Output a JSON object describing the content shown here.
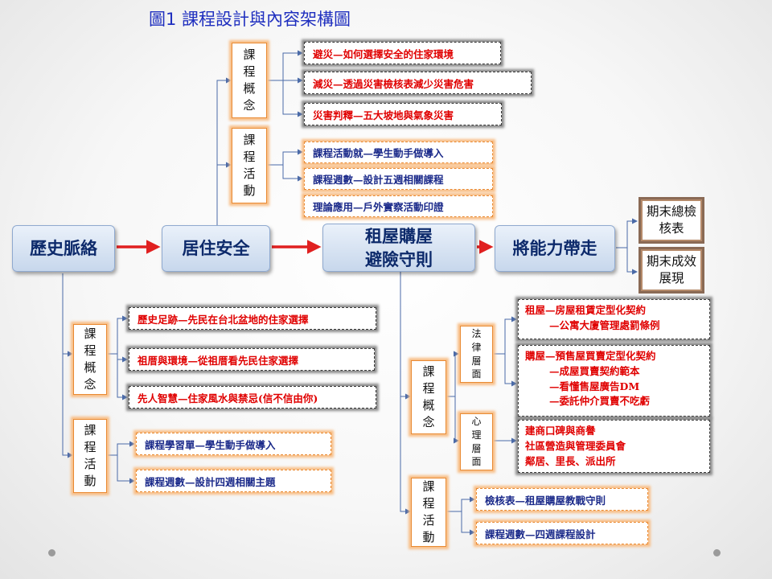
{
  "title": "圖1 課程設計與內容架構圖",
  "main_flow": {
    "history": "歷史脈絡",
    "residential_safety": "居住安全",
    "rent_buy_line1": "租屋購屋",
    "rent_buy_line2": "避險守則",
    "take_away": "將能力帶走"
  },
  "final_outcomes": {
    "final_checklist": "期末總檢核表",
    "final_showcase": "期末成效展現"
  },
  "residential_safety": {
    "concept_label": "課程概念",
    "concept_items": [
      "避災—如何選擇安全的住家環境",
      "減災—透過災害檢核表減少災害危害",
      "災害判釋—五大坡地與氣象災害"
    ],
    "activity_label": "課程活動",
    "activity_items": [
      "課程活動就—學生動手做導入",
      "課程週數—設計五週相關課程",
      "理論應用—戶外實察活動印證"
    ]
  },
  "history": {
    "concept_label": "課程概念",
    "concept_items": [
      "歷史足跡—先民在台北盆地的住家選擇",
      "祖厝與環境—從祖厝看先民住家選擇",
      "先人智慧—住家風水與禁忌(信不信由你)"
    ],
    "activity_label": "課程活動",
    "activity_items": [
      "課程學習單—學生動手做導入",
      "課程週數—設計四週相關主題"
    ]
  },
  "rent_buy": {
    "concept_label": "課程概念",
    "legal_label": "法律層面",
    "legal_rent": [
      "租屋—房屋租賃定型化契約",
      "—公寓大廈管理處罰條例"
    ],
    "legal_buy": [
      "購屋—預售屋買賣定型化契約",
      "—成屋買賣契約範本",
      "—看懂售屋廣告DM",
      "—委託仲介買賣不吃虧"
    ],
    "psych_label": "心理層面",
    "psych_items": [
      "建商口碑與商譽",
      "社區營造與管理委員會",
      "鄰居、里長、派出所"
    ],
    "activity_label": "課程活動",
    "activity_items": [
      "檢核表—租屋購屋教戰守則",
      "課程週數—四週課程設計"
    ]
  },
  "colors": {
    "connector": "#4a6aa8",
    "flow_arrow": "#e02020",
    "title": "#1f2fbf",
    "red_text": "#e00000",
    "blue_text": "#1b2a8a"
  }
}
